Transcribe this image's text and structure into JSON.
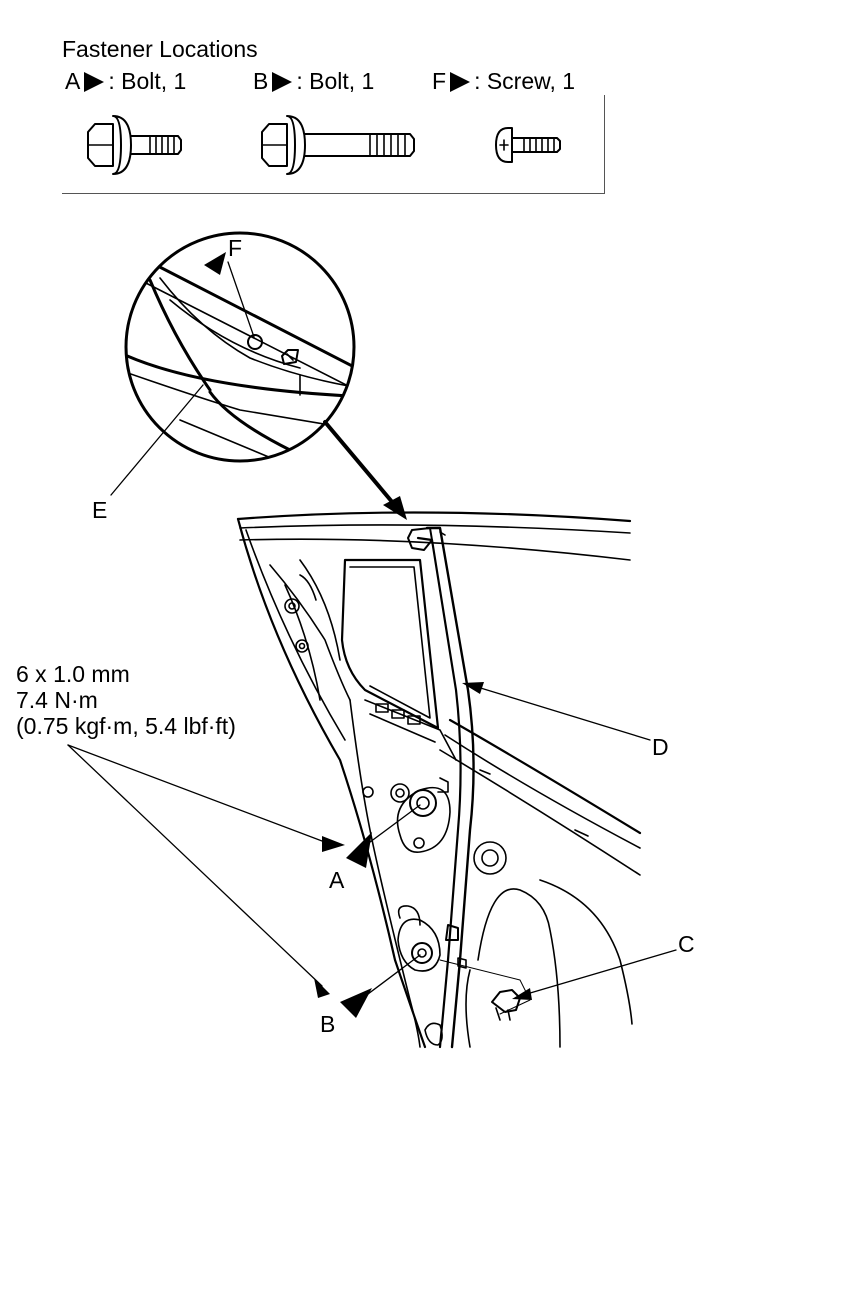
{
  "legend": {
    "title": "Fastener Locations",
    "items": [
      {
        "key": "A",
        "text": ": Bolt, 1"
      },
      {
        "key": "B",
        "text": ": Bolt, 1"
      },
      {
        "key": "F",
        "text": ": Screw, 1"
      }
    ]
  },
  "spec": {
    "line1": "6 x 1.0 mm",
    "line2": "7.4 N·m",
    "line3": "(0.75 kgf·m, 5.4 lbf·ft)"
  },
  "callouts": {
    "A": "A",
    "B": "B",
    "C": "C",
    "D": "D",
    "E": "E",
    "F": "F"
  }
}
